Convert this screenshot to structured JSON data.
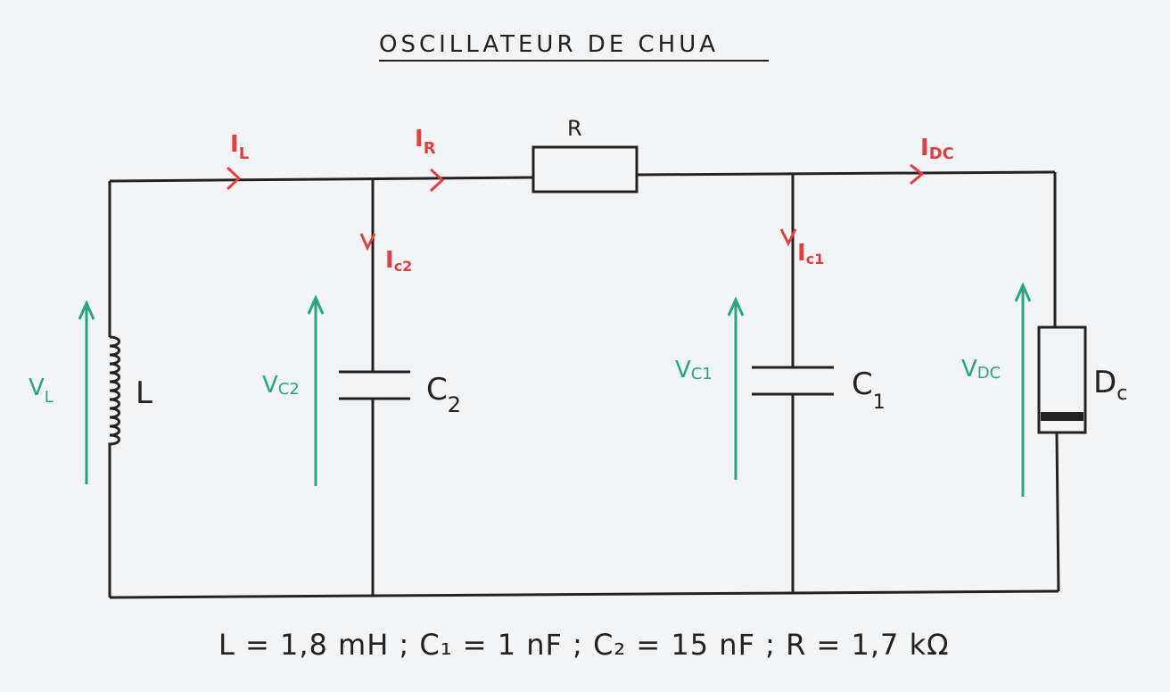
{
  "title": "OSCILLATEUR DE CHUA",
  "components": {
    "R": "R",
    "L": "L",
    "C2_main": "C",
    "C2_sub": "2",
    "C1_main": "C",
    "C1_sub": "1",
    "Dc_main": "D",
    "Dc_sub": "c"
  },
  "currents": {
    "IL": {
      "main": "I",
      "sub": "L"
    },
    "IR": {
      "main": "I",
      "sub": "R"
    },
    "IDC": {
      "main": "I",
      "sub": "DC"
    },
    "IC2": {
      "main": "I",
      "sub": "c2"
    },
    "IC1": {
      "main": "I",
      "sub": "c1"
    }
  },
  "voltages": {
    "VL": {
      "main": "V",
      "sub": "L"
    },
    "VC2": {
      "main": "V",
      "sub": "C2"
    },
    "VC1": {
      "main": "V",
      "sub": "C1"
    },
    "VDC": {
      "main": "V",
      "sub": "DC"
    }
  },
  "footer": "L = 1,8 mH ;  C₁ = 1 nF ;  C₂ = 15 nF ;  R = 1,7 kΩ",
  "colors": {
    "current": "#e0403f",
    "voltage": "#2aa57d",
    "ink": "#222222",
    "paper": "#f3f4f6"
  }
}
